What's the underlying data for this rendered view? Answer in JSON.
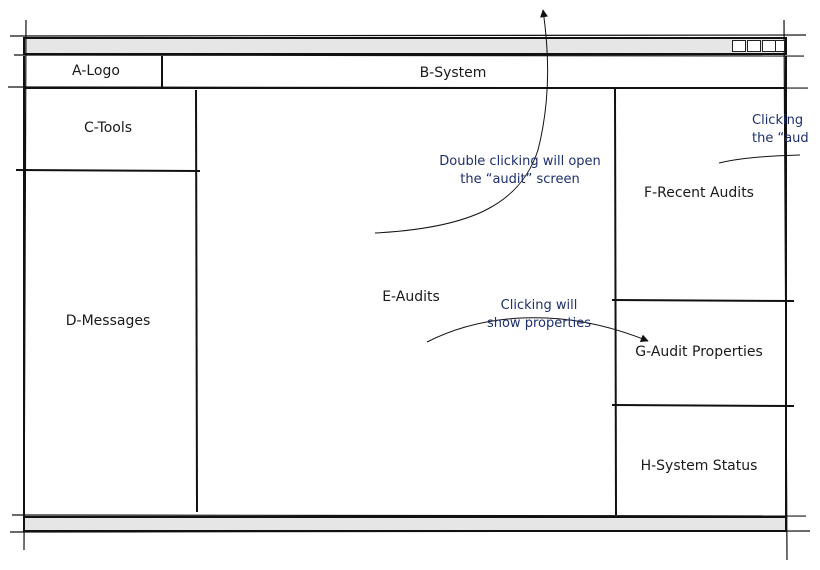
{
  "regions": {
    "logo": "A-Logo",
    "system": "B-System",
    "tools": "C-Tools",
    "messages": "D-Messages",
    "audits": "E-Audits",
    "recent_audits": "F-Recent Audits",
    "audit_properties": "G-Audit Properties",
    "system_status": "H-System Status"
  },
  "annotations": {
    "double_click": [
      "Double clicking will open",
      "the “audit” screen"
    ],
    "click_properties": [
      "Clicking will",
      "show properties"
    ],
    "click_recent": [
      "Clicking",
      "the “aud"
    ]
  },
  "colors": {
    "ink": "#1a1a1a",
    "annotation": "#1d2f6e",
    "bar_fill": "#e6e6e6"
  }
}
